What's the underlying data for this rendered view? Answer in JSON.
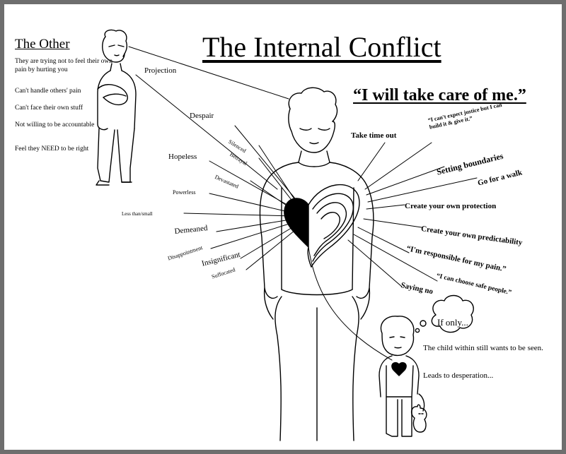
{
  "title": "The Internal Conflict",
  "quote": "“I will take care of me.”",
  "other": {
    "heading": "The Other",
    "items": [
      "They are trying not to feel their own pain by hurting you",
      "Can't handle others' pain",
      "Can't face their own stuff",
      "Not willing to be accountable",
      "Feel they NEED to be right"
    ]
  },
  "left_labels": {
    "projection": "Projection",
    "despair": "Despair",
    "silenced": "Silenced",
    "betrayal": "Betrayal",
    "hopeless": "Hopeless",
    "devastated": "Devastated",
    "powerless": "Powerless",
    "less_than_small": "Less than/small",
    "demeaned": "Demeaned",
    "disappointment": "Disappointment",
    "insignificant": "Insignificant",
    "suffocated": "Suffocated"
  },
  "right_labels": {
    "take_time_out": "Take time out",
    "justice": "“I can't expect justice but I can build it & give it.”",
    "setting_boundaries": "Setting boundaries",
    "go_for_walk": "Go for a walk",
    "own_protection": "Create your own protection",
    "own_predictability": "Create your own predictability",
    "responsible": "“I'm responsible for my pain.”",
    "safe_people": "“I can choose safe people.”",
    "saying_no": "Saying no"
  },
  "child": {
    "thought": "If only...",
    "line1": "The child within still wants to be seen.",
    "line2": "Leads to desperation..."
  }
}
